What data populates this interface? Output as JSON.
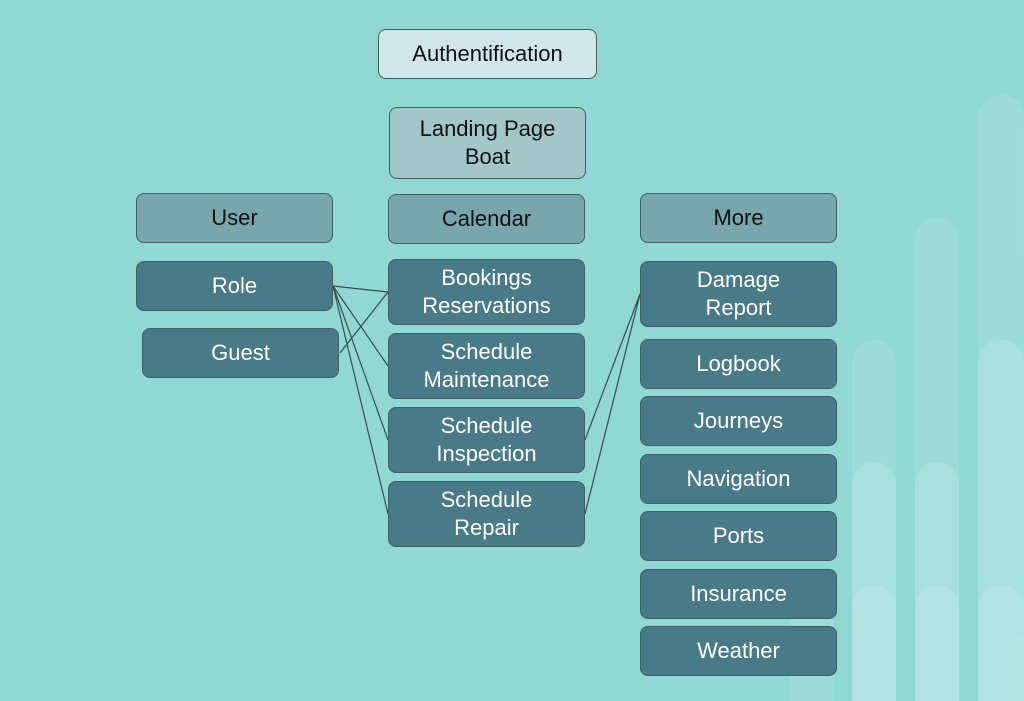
{
  "colors": {
    "background": "#8fd8d3",
    "auth_box": "#d0e6e8",
    "landing_box": "#a3c6c9",
    "column_header": "#78a6ad",
    "item_box": "#487a87",
    "connector": "#3d4a4c"
  },
  "top": {
    "auth": "Authentification",
    "landing": "Landing Page\nBoat"
  },
  "user": {
    "header": "User",
    "items": [
      "Role",
      "Guest"
    ]
  },
  "calendar": {
    "header": "Calendar",
    "items": [
      "Bookings\nReservations",
      "Schedule\nMaintenance",
      "Schedule\nInspection",
      "Schedule\nRepair"
    ]
  },
  "more": {
    "header": "More",
    "items": [
      "Damage\nReport",
      "Logbook",
      "Journeys",
      "Navigation",
      "Ports",
      "Insurance",
      "Weather"
    ]
  }
}
